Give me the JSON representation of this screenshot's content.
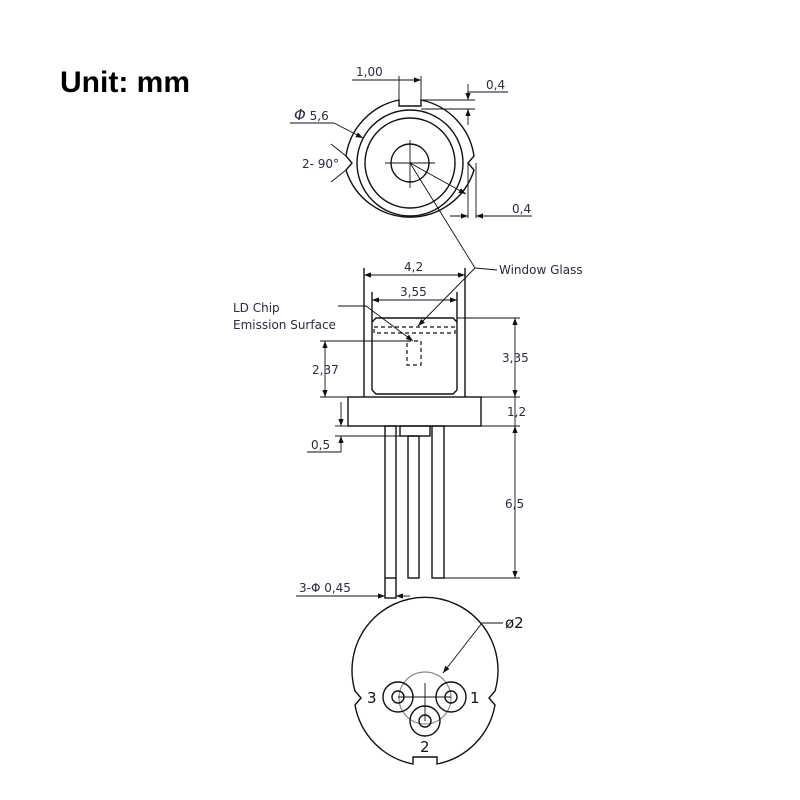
{
  "unit_label": "Unit: mm",
  "top_view": {
    "notch_width": "1,00",
    "notch_depth": "0,4",
    "diameter": "5,6",
    "diameter_symbol": "Φ",
    "v_notch": "2- 90°",
    "side_notch_depth": "0,4"
  },
  "side_view": {
    "window_glass": "Window Glass",
    "ld_chip_line1": "LD Chip",
    "ld_chip_line2": "Emission Surface",
    "cap_width": "4,2",
    "inner_width": "3,55",
    "cap_height": "3,35",
    "emission_height": "2,37",
    "flange_height": "1,2",
    "stem_offset": "0,5",
    "lead_length": "6,5",
    "lead_diameter": "3-Φ 0,45"
  },
  "bottom_view": {
    "pcd": "ø2",
    "pin1": "1",
    "pin2": "2",
    "pin3": "3"
  }
}
